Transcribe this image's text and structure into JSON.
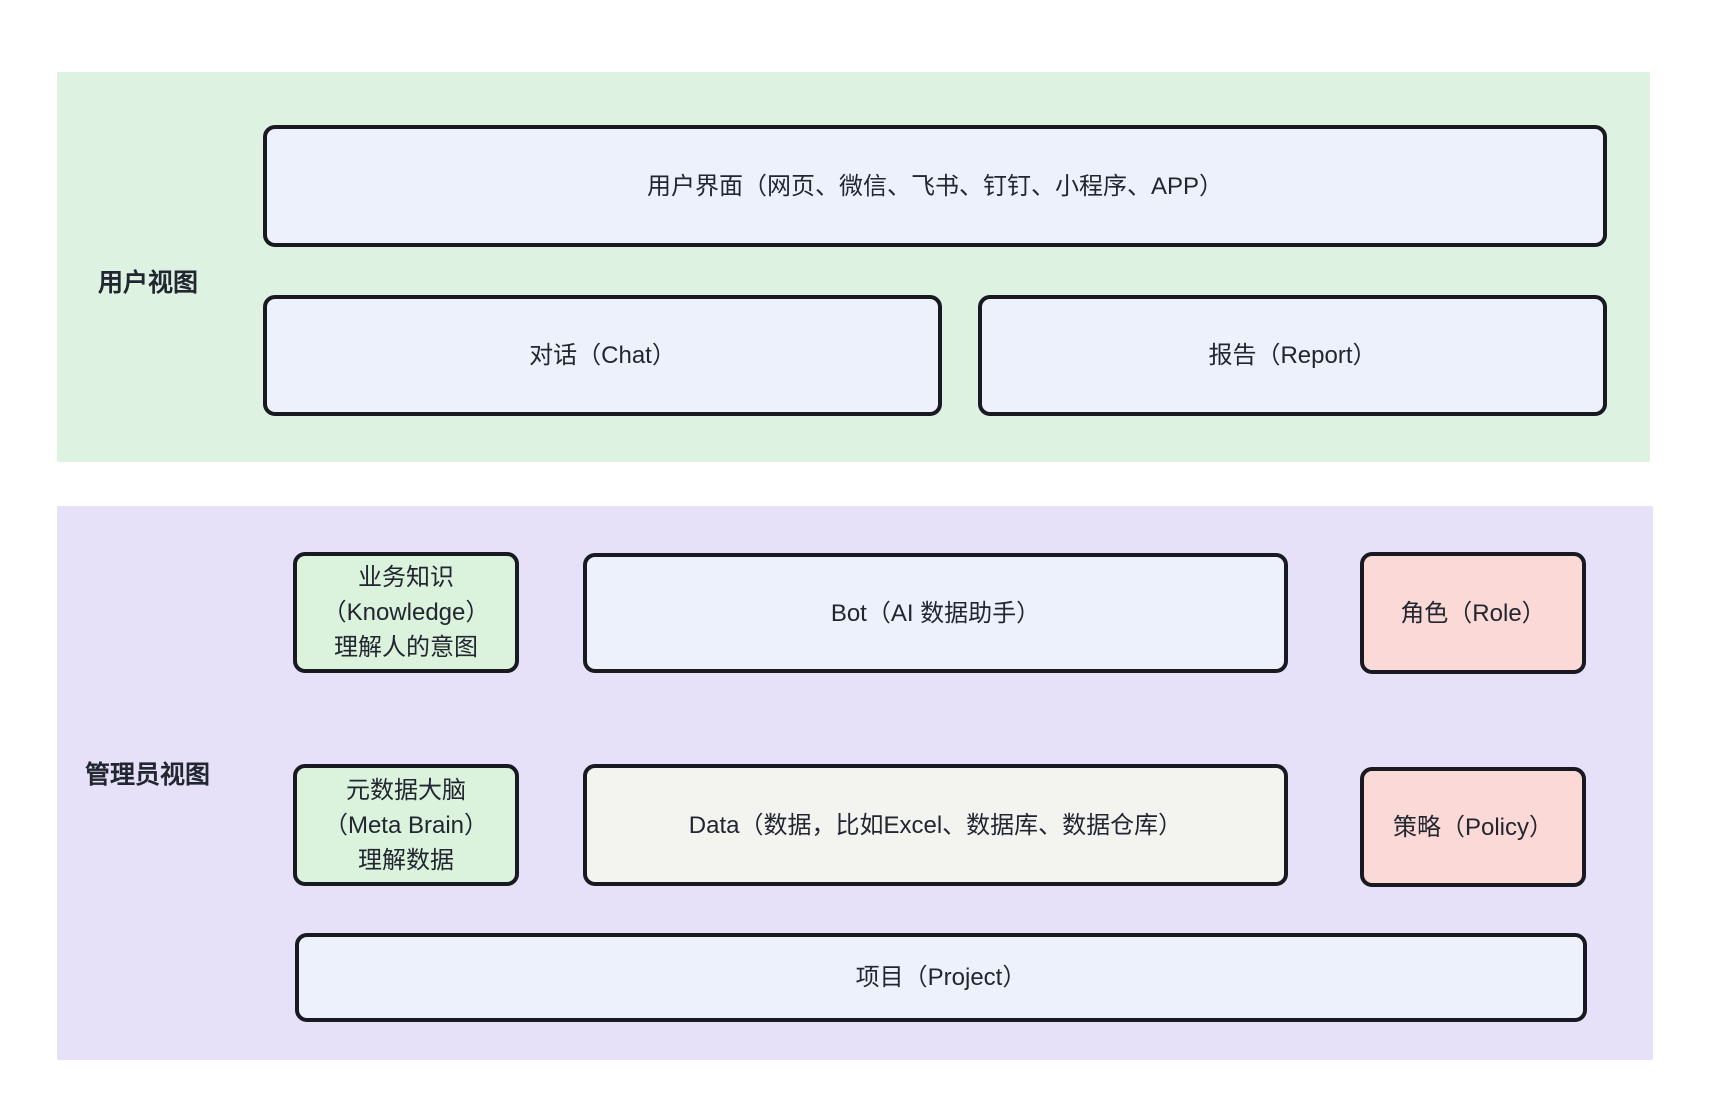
{
  "colors": {
    "page_bg": "#ffffff",
    "user_panel_bg": "#def2e1",
    "admin_panel_bg": "#e6e1f8",
    "blue_box_bg": "#edf1fc",
    "green_box_bg": "#dbf2dd",
    "pink_box_bg": "#fbd9d6",
    "gray_box_bg": "#f3f3f0",
    "box_border": "#191921",
    "text": "#222630"
  },
  "user_view": {
    "label": "用户视图",
    "ui_box": "用户界面（网页、微信、飞书、钉钉、小程序、APP）",
    "chat_box": "对话（Chat）",
    "report_box": "报告（Report）"
  },
  "admin_view": {
    "label": "管理员视图",
    "knowledge_box": {
      "lines": [
        "业务知识",
        "（Knowledge）",
        "理解人的意图"
      ]
    },
    "bot_box": "Bot（AI 数据助手）",
    "role_box": "角色（Role）",
    "meta_brain_box": {
      "lines": [
        "元数据大脑",
        "（Meta Brain）",
        "理解数据"
      ]
    },
    "data_box": "Data（数据，比如Excel、数据库、数据仓库）",
    "policy_box": "策略（Policy）",
    "project_box": "项目（Project）"
  }
}
